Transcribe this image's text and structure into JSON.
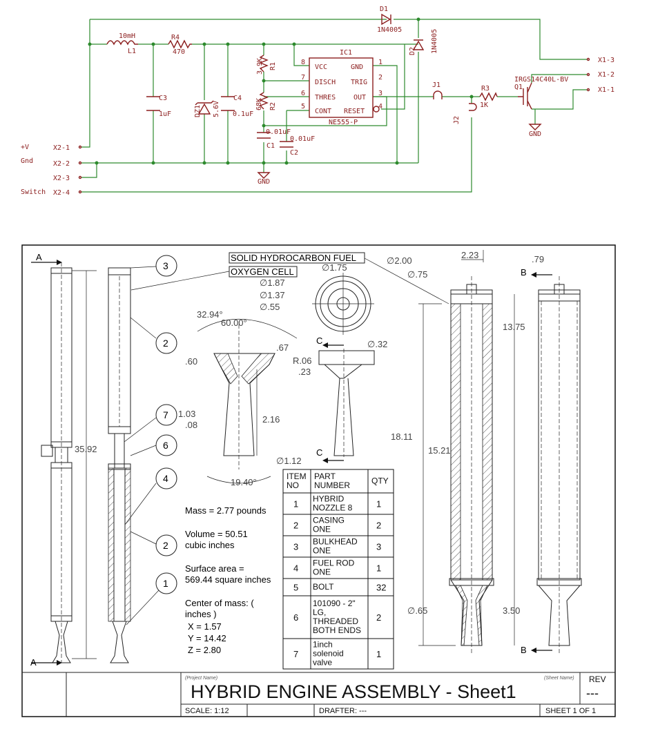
{
  "schematic": {
    "inductor": {
      "value": "10mH",
      "ref": "L1"
    },
    "r4": {
      "ref": "R4",
      "value": "470"
    },
    "r1": {
      "ref": "R1",
      "value": "3.9K"
    },
    "r2": {
      "ref": "R2",
      "value": "68K"
    },
    "r3": {
      "ref": "R3",
      "value": "1K"
    },
    "c3": {
      "ref": "C3",
      "value": "1uF"
    },
    "c4": {
      "ref": "C4",
      "value": "0.1uF"
    },
    "c1": {
      "ref": "C1",
      "value": "0.01uF"
    },
    "c2": {
      "ref": "C2",
      "value": "0.01uF"
    },
    "dz1": {
      "ref": "DZ1",
      "value": "5.6V"
    },
    "d1": {
      "ref": "D1",
      "value": "1N4005"
    },
    "d2": {
      "ref": "D2",
      "value": "1N4005"
    },
    "ic": {
      "ref": "IC1",
      "part": "NE555-P",
      "pins_left": [
        "VCC",
        "DISCH",
        "THRES",
        "CONT"
      ],
      "pins_right": [
        "GND",
        "TRIG",
        "OUT",
        "RESET"
      ],
      "nums_left": [
        "8",
        "7",
        "6",
        "5"
      ],
      "nums_right": [
        "1",
        "2",
        "3",
        "4"
      ]
    },
    "q1": {
      "ref": "Q1",
      "part": "IRGS14C40L-BV"
    },
    "gnd": "GND",
    "j1": "J1",
    "j2": "J2",
    "left_labels": [
      "+V",
      "Gnd",
      "Switch"
    ],
    "left_connectors": [
      "X2-1",
      "X2-2",
      "X2-3",
      "X2-4"
    ],
    "right_connectors": [
      "X1-3",
      "X1-2",
      "X1-1"
    ]
  },
  "drawing": {
    "section_a": "A",
    "section_b": "B",
    "section_c": "C",
    "callouts": [
      "3",
      "2",
      "7",
      "6",
      "4",
      "2",
      "1"
    ],
    "labels": {
      "fuel": "SOLID HYDROCARBON FUEL",
      "oxygen": "OXYGEN CELL"
    },
    "dims_nozzle": [
      "∅1.75",
      "∅1.87",
      "∅1.37",
      "∅.55",
      "32.94°",
      "60.00°",
      ".67",
      ".60",
      "R.06",
      ".23",
      "1.03",
      ".08",
      "2.16",
      "∅1.12",
      "19.40°",
      "∅.32"
    ],
    "dims_section": [
      "∅2.00",
      "2.23",
      ".79",
      "∅.75",
      "13.75",
      "18.11",
      "15.21",
      "∅.65",
      "3.50"
    ],
    "dim_total": "35.92",
    "mass_props": [
      "Mass = 2.77 pounds",
      "Volume = 50.51",
      "cubic inches",
      "Surface area =",
      "569.44 square inches",
      "Center of mass: (",
      "inches )",
      "X = 1.57",
      "Y = 14.42",
      "Z = 2.80"
    ],
    "bom": {
      "headers": [
        [
          "ITEM",
          "NO"
        ],
        [
          "PART",
          "NUMBER"
        ],
        [
          "QTY"
        ]
      ],
      "rows": [
        {
          "no": "1",
          "part": [
            "HYBRID",
            "NOZZLE 8"
          ],
          "qty": "1"
        },
        {
          "no": "2",
          "part": [
            "CASING",
            "ONE"
          ],
          "qty": "2"
        },
        {
          "no": "3",
          "part": [
            "BULKHEAD",
            "ONE"
          ],
          "qty": "3"
        },
        {
          "no": "4",
          "part": [
            "FUEL ROD",
            "ONE"
          ],
          "qty": "1"
        },
        {
          "no": "5",
          "part": [
            "BOLT"
          ],
          "qty": "32"
        },
        {
          "no": "6",
          "part": [
            "101090 - 2\"",
            "LG,",
            "THREADED",
            "BOTH ENDS"
          ],
          "qty": "2"
        },
        {
          "no": "7",
          "part": [
            "1inch",
            "solenoid",
            "valve"
          ],
          "qty": "1"
        }
      ]
    },
    "title_block": {
      "project_label": "(Project Name)",
      "sheet_label": "(Sheet Name)",
      "title": "HYBRID ENGINE ASSEMBLY - Sheet1",
      "rev_label": "REV",
      "rev_value": "---",
      "scale": "SCALE: 1:12",
      "drafter": "DRAFTER: ---",
      "sheet": "SHEET 1 OF 1"
    }
  }
}
